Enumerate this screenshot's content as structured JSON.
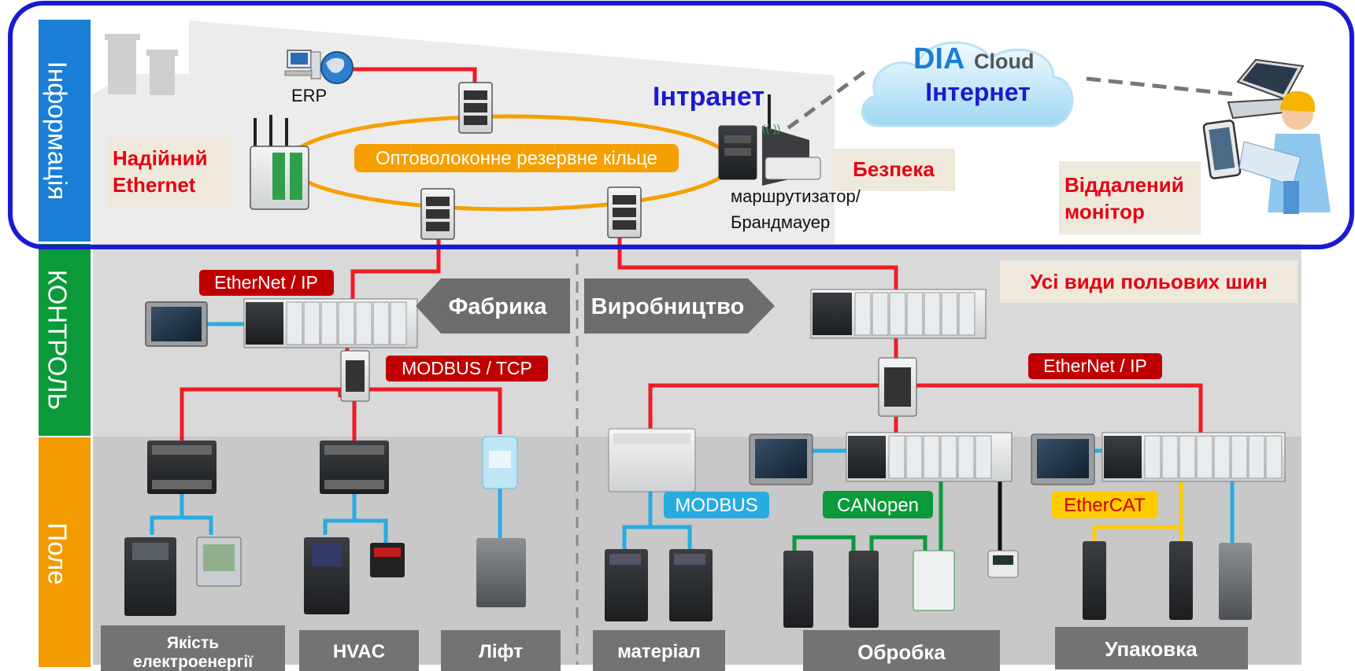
{
  "layers": {
    "info": "Інформація",
    "control": "КОНТРОЛЬ",
    "field": "Поле"
  },
  "top": {
    "erp": "ERP",
    "intranet": "Інтранет",
    "ring": "Оптоволоконне резервне кільце",
    "reliable_ethernet": [
      "Надійний",
      "Ethernet"
    ],
    "security": "Безпека",
    "router": [
      "маршрутизатор/",
      "Брандмауер"
    ],
    "cloud_brand_a": "DIA",
    "cloud_brand_b": "Cloud",
    "internet": "Інтернет",
    "remote_monitor": [
      "Віддалений",
      "монітор"
    ]
  },
  "control": {
    "ethernet_ip_left": "EtherNet / IP",
    "factory": "Фабрика",
    "production": "Виробництво",
    "fieldbus": "Усі види польових шин",
    "modbus_tcp": "MODBUS / TCP",
    "ethernet_ip_right": "EtherNet / IP"
  },
  "field": {
    "modbus": "MODBUS",
    "canopen": "CANopen",
    "ethercat": "EtherCAT"
  },
  "categories": {
    "power_quality": [
      "Якість",
      "електроенергії"
    ],
    "hvac": "HVAC",
    "lift": "Ліфт",
    "material": "матеріал",
    "processing": "Обробка",
    "packaging": "Упаковка"
  },
  "colors": {
    "info_blue": "#1a7fd6",
    "control_green": "#0a9a3a",
    "field_orange": "#f39a00",
    "frame_blue": "#1a1ad0",
    "net_red": "#ee1c24",
    "ring_orange": "#f5a000",
    "modbus_blue": "#29abe2",
    "canopen_green": "#0a9a3a",
    "ethercat_yellow": "#ffcc00",
    "label_red": "#e60012",
    "intranet_blue": "#1a1ad0"
  }
}
